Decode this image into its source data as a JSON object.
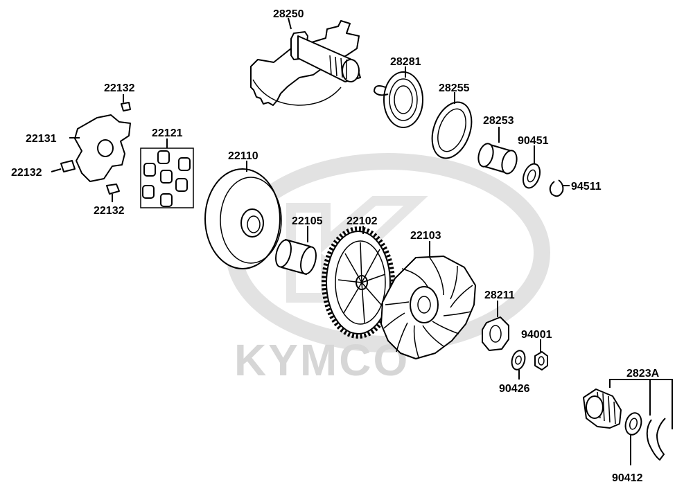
{
  "watermark": {
    "brand": "KYMCO"
  },
  "parts": [
    {
      "id": "p28250",
      "number": "28250"
    },
    {
      "id": "p28281",
      "number": "28281"
    },
    {
      "id": "p28255",
      "number": "28255"
    },
    {
      "id": "p28253",
      "number": "28253"
    },
    {
      "id": "p90451",
      "number": "90451"
    },
    {
      "id": "p94511",
      "number": "94511"
    },
    {
      "id": "p22132a",
      "number": "22132"
    },
    {
      "id": "p22131",
      "number": "22131"
    },
    {
      "id": "p22132b",
      "number": "22132"
    },
    {
      "id": "p22132c",
      "number": "22132"
    },
    {
      "id": "p22121",
      "number": "22121"
    },
    {
      "id": "p22110",
      "number": "22110"
    },
    {
      "id": "p22105",
      "number": "22105"
    },
    {
      "id": "p22102",
      "number": "22102"
    },
    {
      "id": "p22103",
      "number": "22103"
    },
    {
      "id": "p28211",
      "number": "28211"
    },
    {
      "id": "p94001",
      "number": "94001"
    },
    {
      "id": "p90426",
      "number": "90426"
    },
    {
      "id": "p2823A",
      "number": "2823A"
    },
    {
      "id": "p90412",
      "number": "90412"
    }
  ]
}
